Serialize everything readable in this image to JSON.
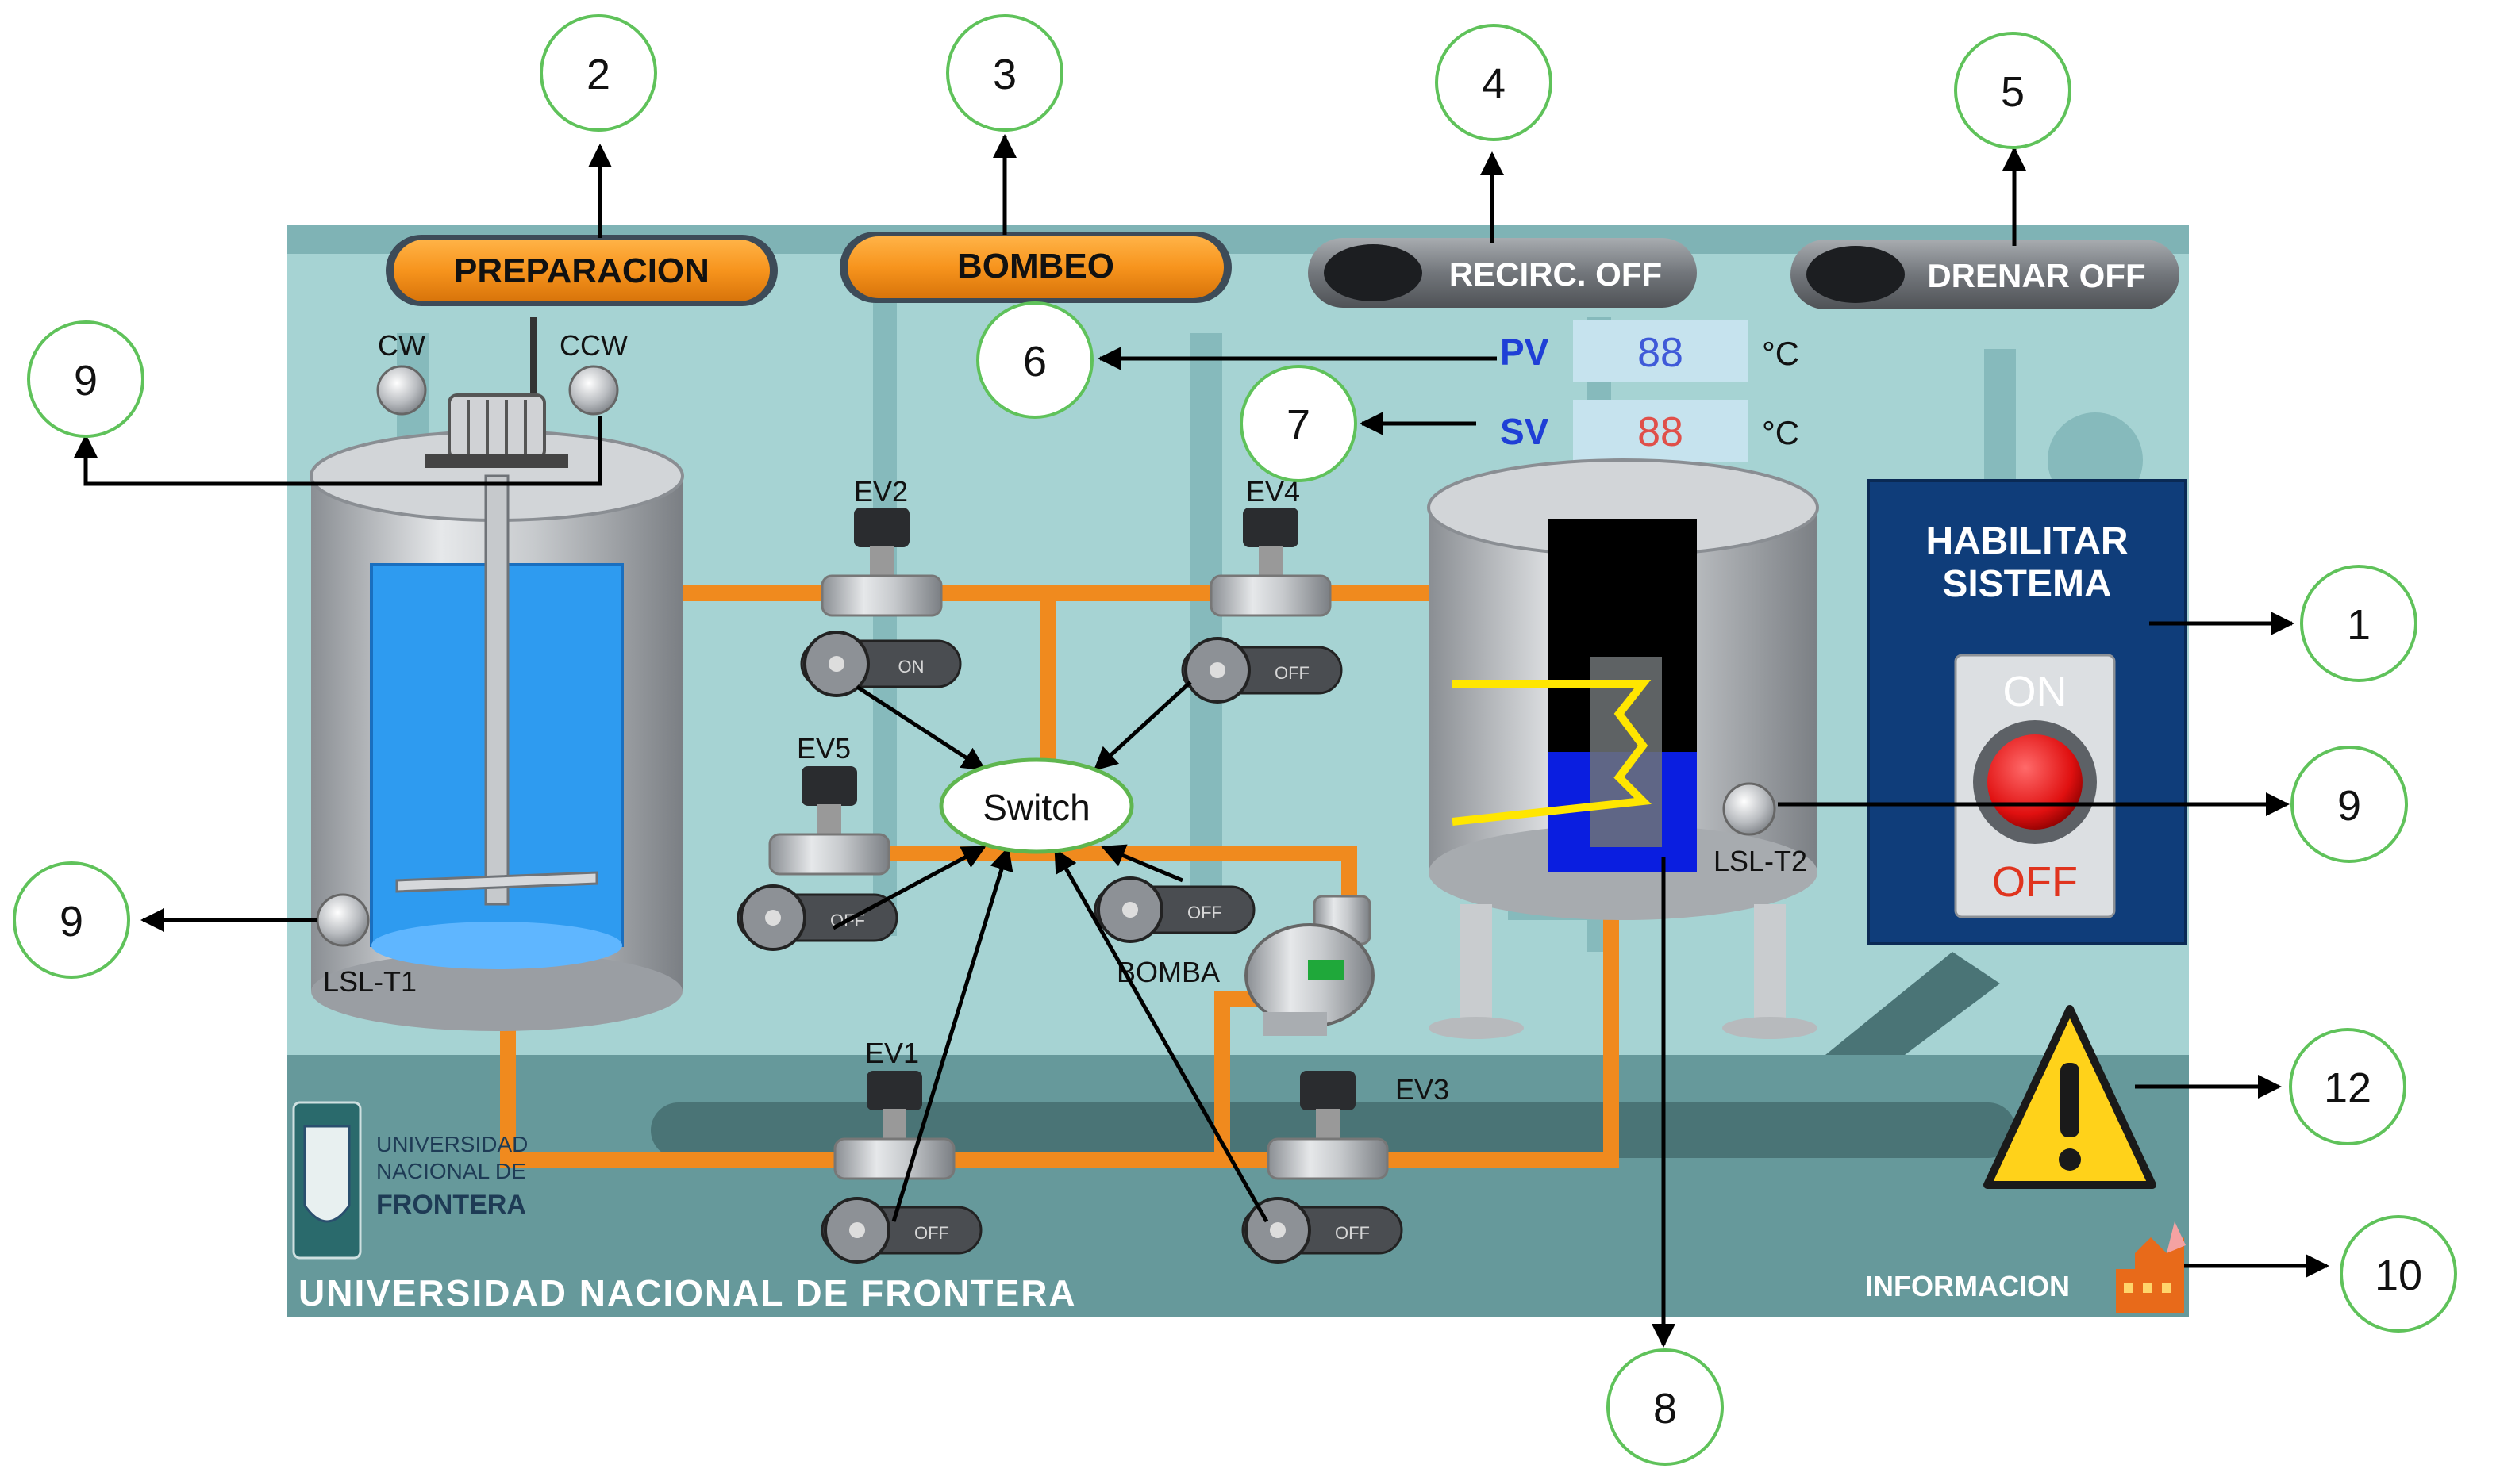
{
  "buttons": {
    "preparacion": "PREPARACION",
    "bombeo": "BOMBEO",
    "recirc": "RECIRC. OFF",
    "drenar": "DRENAR OFF"
  },
  "motor": {
    "cw": "CW",
    "ccw": "CCW"
  },
  "readouts": {
    "pv_label": "PV",
    "pv_value": "88",
    "pv_unit": "°C",
    "sv_label": "SV",
    "sv_value": "88",
    "sv_unit": "°C"
  },
  "valves": {
    "ev1": "EV1",
    "ev2": "EV2",
    "ev3": "EV3",
    "ev4": "EV4",
    "ev5": "EV5"
  },
  "toggles": {
    "ev2": "ON",
    "ev4": "OFF",
    "ev5": "OFF",
    "bomba": "OFF",
    "ev1": "OFF",
    "ev3": "OFF"
  },
  "switch_label": "Switch",
  "pump_label": "BOMBA",
  "sensors": {
    "lsl_t1": "LSL-T1",
    "lsl_t2": "LSL-T2"
  },
  "habilitar": {
    "line1": "HABILITAR",
    "line2": "SISTEMA",
    "on": "ON",
    "off": "OFF"
  },
  "logo": {
    "line1": "UNIVERSIDAD",
    "line2": "NACIONAL DE",
    "line3": "FRONTERA"
  },
  "footer": "UNIVERSIDAD NACIONAL DE FRONTERA",
  "info_label": "INFORMACION",
  "callouts": {
    "c1": "1",
    "c2": "2",
    "c3": "3",
    "c4": "4",
    "c5": "5",
    "c6": "6",
    "c7": "7",
    "c8": "8",
    "c9a": "9",
    "c9b": "9",
    "c9c": "9",
    "c10": "10",
    "c12": "12"
  },
  "colors": {
    "panel_bg": "#9ccfd0",
    "pipe": "#f08a1e",
    "button_orange": "#f7941d",
    "water": "#2e9bf0",
    "enable_panel": "#0f3d7a",
    "callout_green": "#5fc25a"
  }
}
